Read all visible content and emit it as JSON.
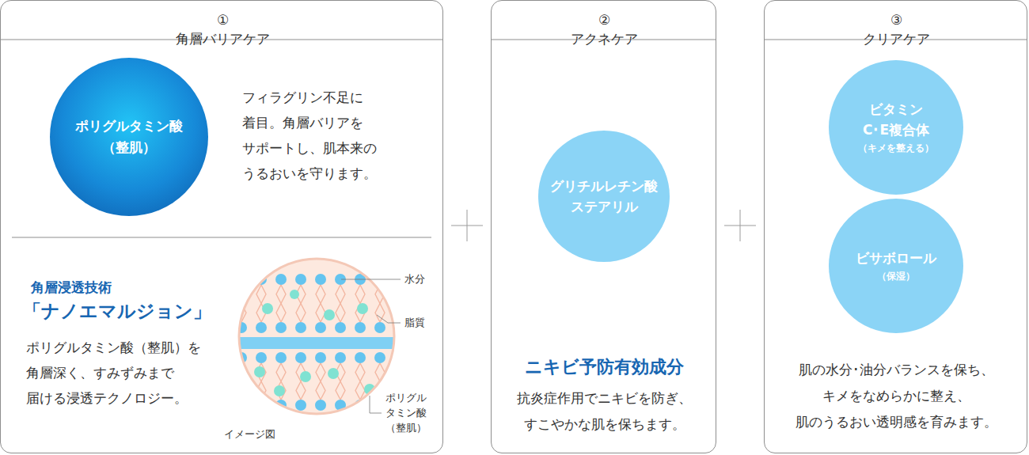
{
  "diagram": {
    "nodes": [
      {
        "text": [
          "① 角層バリアケア",
          "フィラグリン不足に 着目。角層バリアを サポートし、肌本来の うるおいを守ります。",
          "角層浸透技術",
          "「ナノエマルジョン」",
          "ポリグルタミン酸（整肌）を 角層深く、すみずみまで 届ける浸透テクノロジー。"
        ]
      },
      {
        "text": [
          "ポリグルタミン酸 （整肌）"
        ],
        "in": 0
      },
      {
        "text": [
          "② アクネケア",
          "ニキビ予防有効成分",
          "抗炎症作用でニキビを防ぎ、 すこやかな肌を保ちます。"
        ]
      },
      {
        "text": [
          "グリチルレチン酸 ステアリル"
        ],
        "in": 2
      },
      {
        "text": [
          "③ クリアケア",
          "肌の水分･油分バランスを保ち、 キメをなめらかに整え、 肌のうるおい透明感を育みます。"
        ]
      },
      {
        "text": [
          "ビタミン C･E複合体",
          "（キメを整える）"
        ],
        "in": 4
      },
      {
        "text": [
          "ビサボロール",
          "（保湿）"
        ],
        "in": 4
      }
    ],
    "labels": [
      "水分",
      "脂質",
      "ポリグル タミン酸 （整肌）",
      "イメージ図"
    ]
  }
}
